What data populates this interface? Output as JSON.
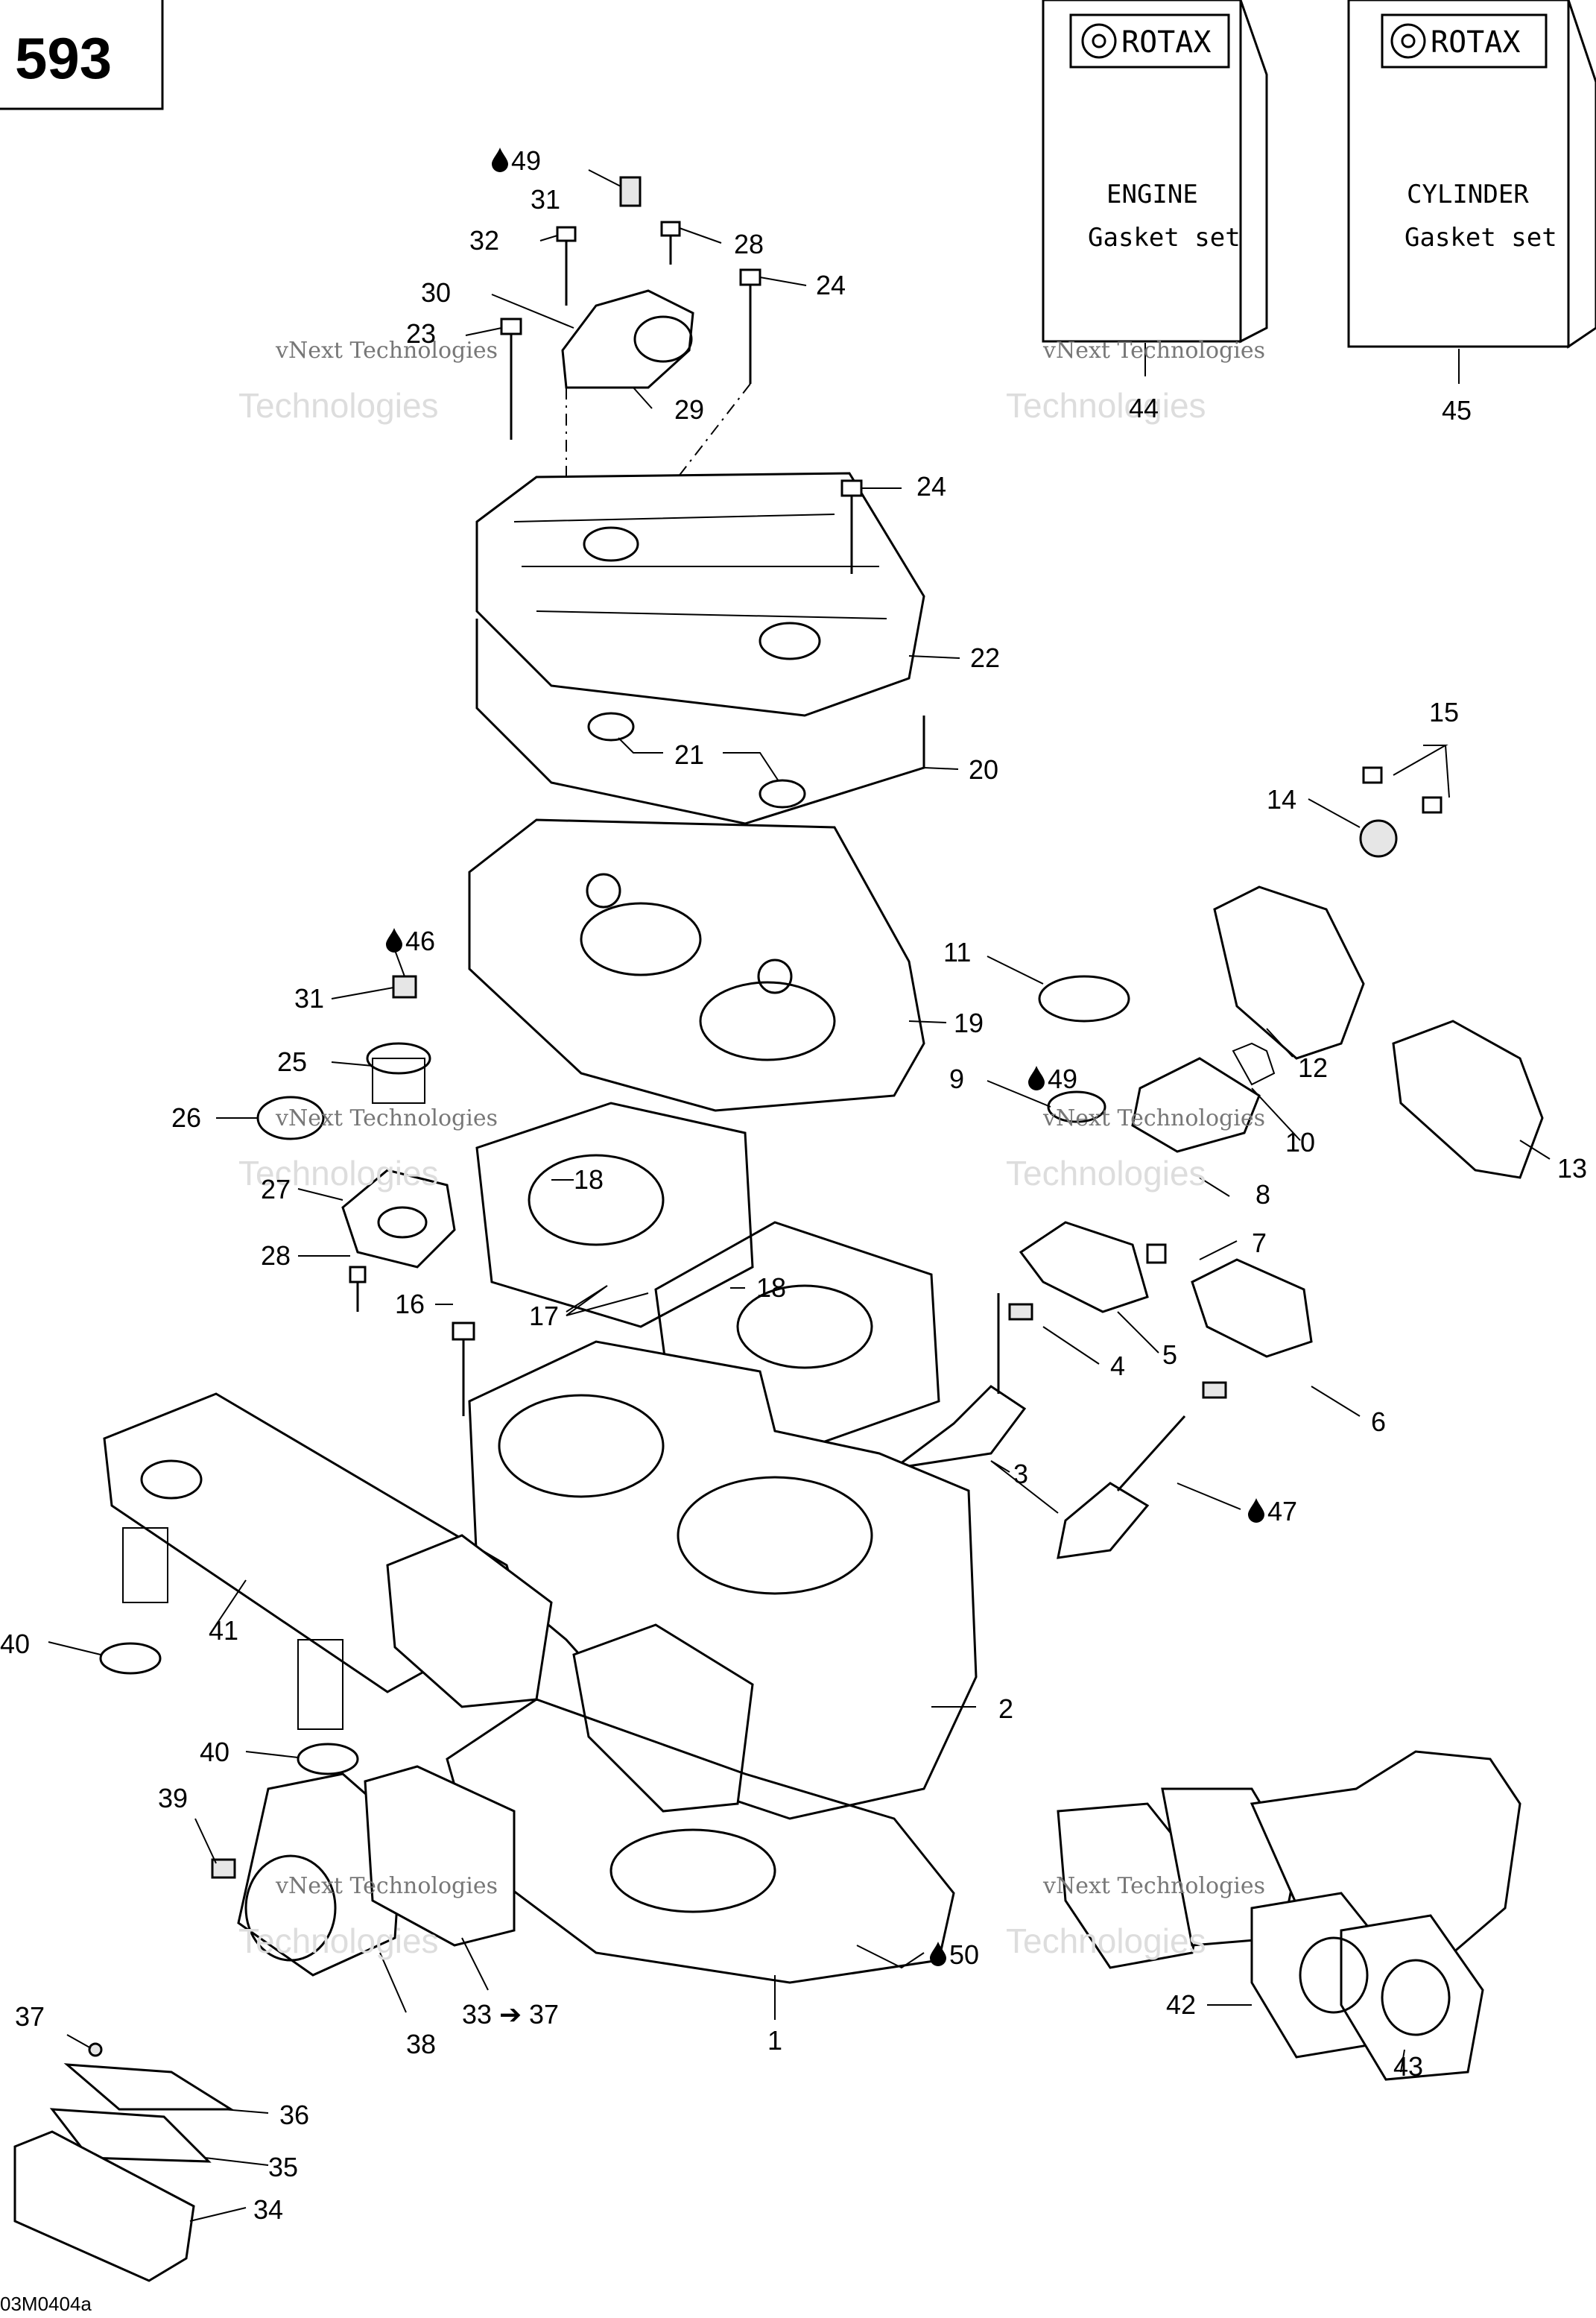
{
  "diagram_code": "593",
  "figure_id": "03M0404a",
  "watermark": {
    "line1": "vNext Technologies",
    "line2": "Technologies"
  },
  "kits": [
    {
      "brand": "ROTAX",
      "title": "ENGINE",
      "subtitle": "Gasket set",
      "callout": "44"
    },
    {
      "brand": "ROTAX",
      "title": "CYLINDER",
      "subtitle": "Gasket set",
      "callout": "45"
    }
  ],
  "callouts": [
    {
      "id": "c49a",
      "label": "49",
      "drop": true
    },
    {
      "id": "c31a",
      "label": "31"
    },
    {
      "id": "c32",
      "label": "32"
    },
    {
      "id": "c28a",
      "label": "28"
    },
    {
      "id": "c30",
      "label": "30"
    },
    {
      "id": "c24a",
      "label": "24"
    },
    {
      "id": "c23",
      "label": "23"
    },
    {
      "id": "c29",
      "label": "29"
    },
    {
      "id": "c24b",
      "label": "24"
    },
    {
      "id": "c22",
      "label": "22"
    },
    {
      "id": "c21",
      "label": "21"
    },
    {
      "id": "c20",
      "label": "20"
    },
    {
      "id": "c15",
      "label": "15"
    },
    {
      "id": "c14",
      "label": "14"
    },
    {
      "id": "c46",
      "label": "46",
      "drop": true
    },
    {
      "id": "c11",
      "label": "11"
    },
    {
      "id": "c31b",
      "label": "31"
    },
    {
      "id": "c19",
      "label": "19"
    },
    {
      "id": "c12",
      "label": "12"
    },
    {
      "id": "c25",
      "label": "25"
    },
    {
      "id": "c9",
      "label": "9"
    },
    {
      "id": "c49b",
      "label": "49",
      "drop": true
    },
    {
      "id": "c26",
      "label": "26"
    },
    {
      "id": "c10",
      "label": "10"
    },
    {
      "id": "c13",
      "label": "13"
    },
    {
      "id": "c18a",
      "label": "18"
    },
    {
      "id": "c27",
      "label": "27"
    },
    {
      "id": "c8",
      "label": "8"
    },
    {
      "id": "c7",
      "label": "7"
    },
    {
      "id": "c28b",
      "label": "28"
    },
    {
      "id": "c16",
      "label": "16"
    },
    {
      "id": "c17",
      "label": "17"
    },
    {
      "id": "c18b",
      "label": "18"
    },
    {
      "id": "c5",
      "label": "5"
    },
    {
      "id": "c4",
      "label": "4"
    },
    {
      "id": "c6",
      "label": "6"
    },
    {
      "id": "c3",
      "label": "3"
    },
    {
      "id": "c47",
      "label": "47",
      "drop": true
    },
    {
      "id": "c41",
      "label": "41"
    },
    {
      "id": "c40a",
      "label": "40"
    },
    {
      "id": "c2",
      "label": "2"
    },
    {
      "id": "c40b",
      "label": "40"
    },
    {
      "id": "c39",
      "label": "39"
    },
    {
      "id": "c50",
      "label": "50",
      "drop": true
    },
    {
      "id": "c42",
      "label": "42"
    },
    {
      "id": "c33",
      "label": "33",
      "arrow_to": "37"
    },
    {
      "id": "c1",
      "label": "1"
    },
    {
      "id": "c38",
      "label": "38"
    },
    {
      "id": "c43",
      "label": "43"
    },
    {
      "id": "c37",
      "label": "37"
    },
    {
      "id": "c36",
      "label": "36"
    },
    {
      "id": "c35",
      "label": "35"
    },
    {
      "id": "c34",
      "label": "34"
    }
  ]
}
